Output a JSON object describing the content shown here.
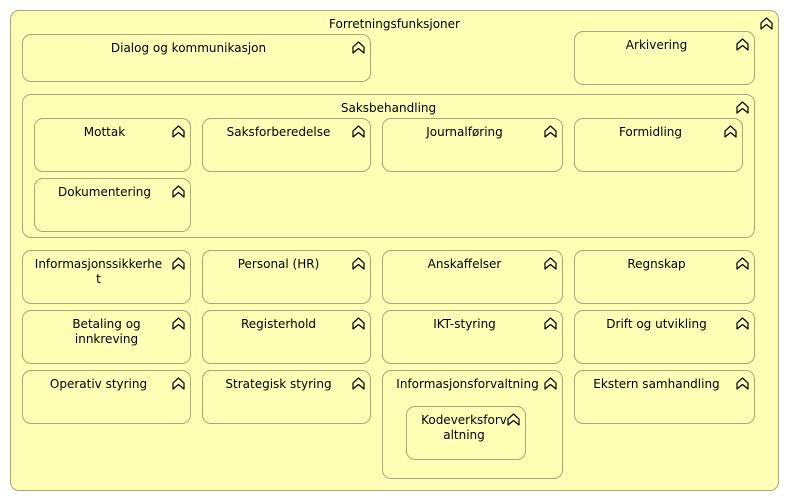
{
  "diagram": {
    "root": "Forretningsfunksjoner",
    "top": {
      "dialog": "Dialog og kommunikasjon",
      "arkivering": "Arkivering"
    },
    "saksbehandling": {
      "title": "Saksbehandling",
      "items": [
        "Mottak",
        "Saksforberedelse",
        "Journalføring",
        "Formidling",
        "Dokumentering"
      ]
    },
    "grid": [
      "Informasjonssikkerhet",
      "Personal (HR)",
      "Anskaffelser",
      "Regnskap",
      "Betaling og innkreving",
      "Registerhold",
      "IKT-styring",
      "Drift og utvikling",
      "Operativ styring",
      "Strategisk styring",
      "Informasjonsforvaltning",
      "Ekstern samhandling"
    ],
    "nested": "Kodeverksforvaltning",
    "element_type_icon": "function-icon",
    "colors": {
      "fill": "#ffffb5",
      "border": "#a8a878"
    }
  }
}
